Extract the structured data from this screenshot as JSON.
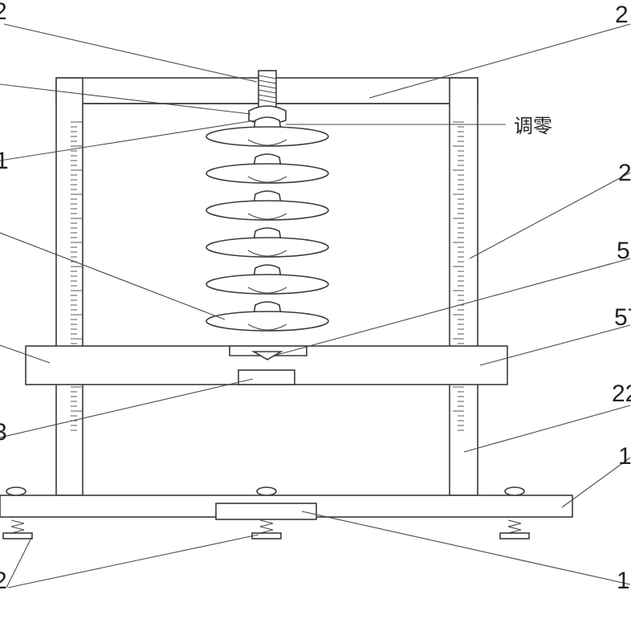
{
  "diagram": {
    "labels": {
      "top_left": "2",
      "top_right": "2",
      "zero_adjust": "调零",
      "left_upper": "1",
      "right_mid": "2",
      "right_five": "5",
      "right_five_seven": "57",
      "left_lower": "3",
      "right_lower": "22",
      "right_base": "1",
      "bottom_left": "2",
      "bottom_right": "1"
    }
  }
}
